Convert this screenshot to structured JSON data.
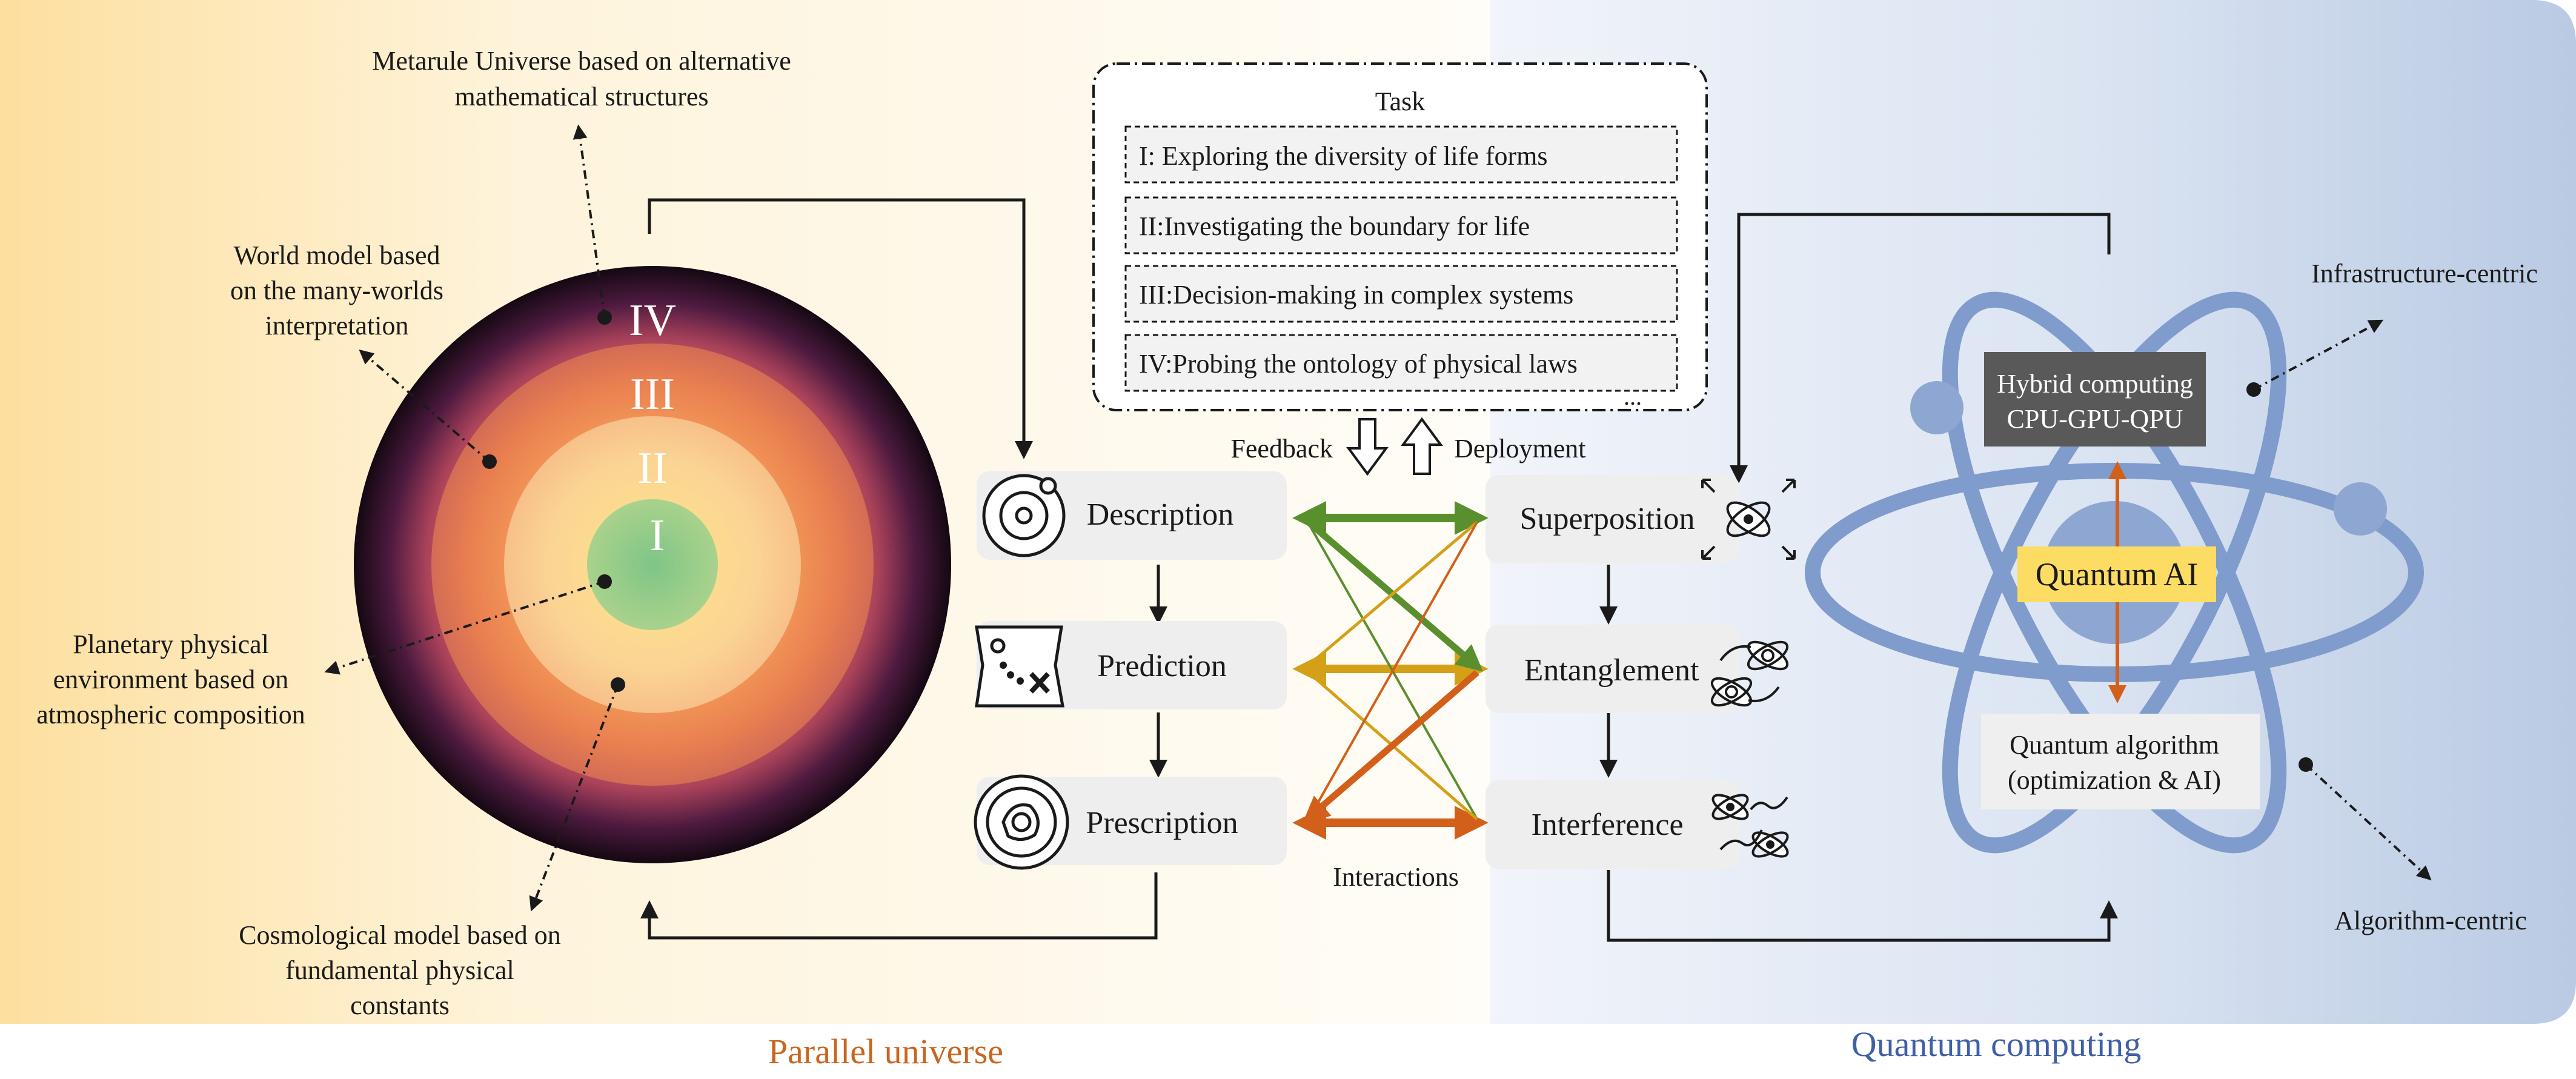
{
  "colors": {
    "left_bg_edge": "#fddf9f",
    "left_bg_center": "#fffdf6",
    "right_bg_center": "#eef2f9",
    "right_bg_edge": "#b7c8e2",
    "parallel_title": "#c9651f",
    "quantum_title": "#3f5fa6",
    "core_green": "#8cc98a",
    "atom_blue": "#7f9ccc",
    "quantum_ai_fill": "#fddc63",
    "hybrid_box": "#595959",
    "link_green": "#5a8f2e",
    "link_yellow": "#d4a017",
    "link_orange": "#d2601a"
  },
  "sections": {
    "parallel_title": "Parallel universe",
    "quantum_title": "Quantum computing"
  },
  "universe": {
    "layers": [
      "I",
      "II",
      "III",
      "IV"
    ],
    "annotations": {
      "metarule": "Metarule Universe based on alternative mathematical structures",
      "world_model": "World model based on the many-worlds interpretation",
      "planetary": "Planetary physical environment based on atmospheric composition",
      "cosmological": "Cosmological model based on fundamental physical constants"
    }
  },
  "task": {
    "title": "Task",
    "items": [
      "I: Exploring the diversity of life forms",
      "II:Investigating the boundary for life",
      "III:Decision-making in complex systems",
      "IV:Probing the ontology of physical laws"
    ],
    "ellipsis": "...",
    "feedback": "Feedback",
    "deployment": "Deployment"
  },
  "stages": {
    "left": [
      {
        "label": "Description",
        "icon": "galaxy-icon"
      },
      {
        "label": "Prediction",
        "icon": "treasure-map-icon"
      },
      {
        "label": "Prescription",
        "icon": "target-icon"
      }
    ],
    "right": [
      {
        "label": "Superposition",
        "icon": "atom-expand-icon"
      },
      {
        "label": "Entanglement",
        "icon": "entangled-atoms-icon"
      },
      {
        "label": "Interference",
        "icon": "wave-atoms-icon"
      }
    ],
    "interactions": "Interactions"
  },
  "atom": {
    "hybrid_line1": "Hybrid computing",
    "hybrid_line2": "CPU-GPU-QPU",
    "quantum_ai": "Quantum AI",
    "algorithm_line1": "Quantum algorithm",
    "algorithm_line2": "(optimization & AI)",
    "infrastructure": "Infrastructure-centric",
    "algorithm_centric": "Algorithm-centric"
  }
}
